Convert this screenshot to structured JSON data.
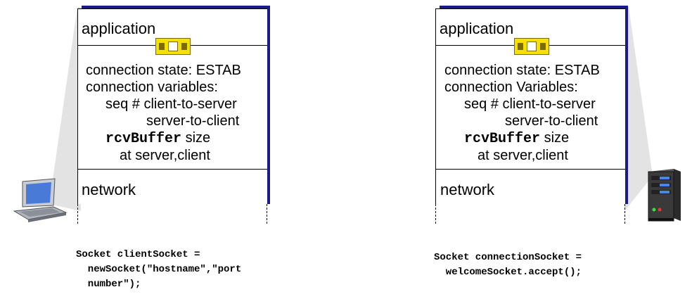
{
  "client": {
    "application_label": "application",
    "network_label": "network",
    "conn_state": "connection state: ESTAB",
    "conn_vars": "connection variables:",
    "seq_line": "seq # client-to-server",
    "server_to_client": "server-to-client",
    "rcvbuffer": "rcvBuffer",
    "size": " size",
    "at_server_client": "at server,client",
    "code_line1": "Socket clientSocket =",
    "code_line2": "  newSocket(\"hostname\",\"port",
    "code_line3": "  number\");"
  },
  "server": {
    "application_label": "application",
    "network_label": "network",
    "conn_state": "connection state: ESTAB",
    "conn_vars": "connection Variables:",
    "seq_line": "seq # client-to-server",
    "server_to_client": "server-to-client",
    "rcvbuffer": "rcvBuffer",
    "size": " size",
    "at_server_client": "at server,client",
    "code_line1": "Socket connectionSocket =",
    "code_line2": "  welcomeSocket.accept();"
  },
  "icons": {
    "client": "laptop-icon",
    "server": "server-icon",
    "socket": "socket-door-icon"
  },
  "colors": {
    "stack_shadow": "#1a1a8a",
    "socket_fill": "#f5e000"
  }
}
